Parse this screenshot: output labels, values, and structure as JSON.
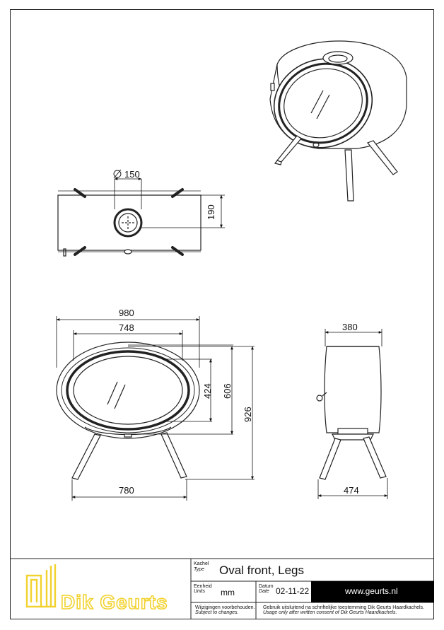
{
  "dimensions": {
    "diameter": "150",
    "height_top": "190",
    "width_total": "980",
    "width_window": "748",
    "height_window": "424",
    "height_body": "606",
    "height_total": "926",
    "width_legs": "780",
    "depth": "380",
    "depth_legs": "474"
  },
  "title_block": {
    "brand": "Dik Geurts",
    "type_label_nl": "Kachel",
    "type_label_en": "Type",
    "title": "Oval front, Legs",
    "units_label_nl": "Eenheid",
    "units_label_en": "Units",
    "units_value": "mm",
    "date_label_nl": "Datum",
    "date_label_en": "Date",
    "date_value": "02-11-22",
    "website": "www.geurts.nl",
    "changes_nl": "Wijzigingen voorbehouden.",
    "changes_en": "Subject to changes.",
    "usage_nl": "Gebruik uitsluitend na schriftelijke toestemming Dik Geurts Haardkachels.",
    "usage_en": "Usage only after written consent of Dik Geurts Haardkachels."
  },
  "colors": {
    "brand_yellow": "#f2d22e",
    "ink": "#111111",
    "bar": "#000000"
  }
}
